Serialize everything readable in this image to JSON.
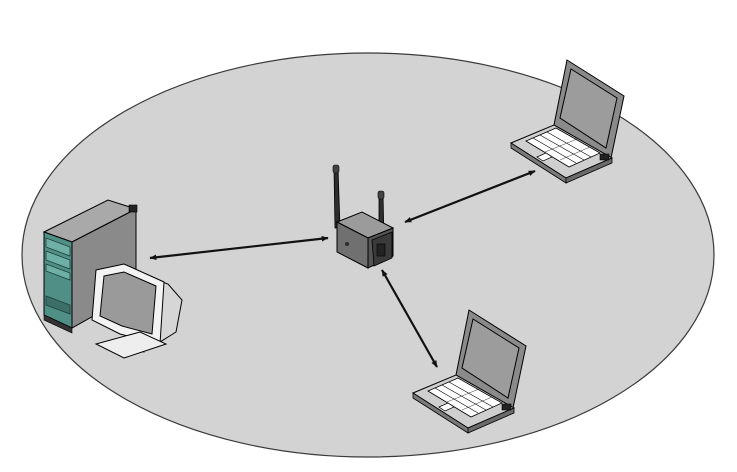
{
  "diagram": {
    "kind": "wireless network topology",
    "colors": {
      "coverage_area": "#d3d3d3",
      "coverage_outline": "#3a3a3a",
      "link_arrow": "#111111",
      "tower_teal": "#4f8f86",
      "device_gray": "#8c8c8c",
      "screen_gray": "#9a9a9a"
    },
    "nodes": [
      {
        "id": "access-point",
        "icon": "wireless-access-point-icon"
      },
      {
        "id": "desktop-workstation",
        "icon": "desktop-computer-icon"
      },
      {
        "id": "laptop-top-right",
        "icon": "laptop-icon"
      },
      {
        "id": "laptop-bottom",
        "icon": "laptop-icon"
      }
    ],
    "links": [
      {
        "from": "access-point",
        "to": "desktop-workstation",
        "direction": "bidirectional"
      },
      {
        "from": "access-point",
        "to": "laptop-top-right",
        "direction": "bidirectional"
      },
      {
        "from": "access-point",
        "to": "laptop-bottom",
        "direction": "bidirectional"
      }
    ]
  }
}
